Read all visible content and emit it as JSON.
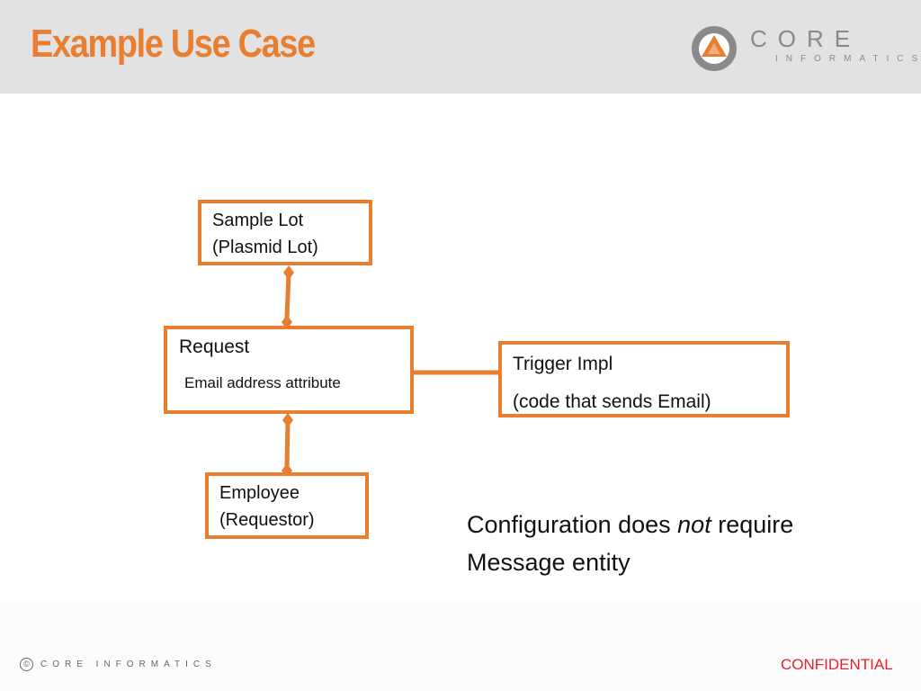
{
  "slide": {
    "title": "Example Use Case",
    "accent_color": "#e87e2e"
  },
  "logo": {
    "word": "CORE",
    "sub": "INFORMATICS"
  },
  "diagram": {
    "boxes": {
      "sample_lot": {
        "line1": "Sample Lot",
        "line2": "(Plasmid Lot)"
      },
      "request": {
        "line1": "Request",
        "line2": "Email address attribute"
      },
      "trigger": {
        "line1": "Trigger Impl",
        "line2": "(code that sends Email)"
      },
      "employee": {
        "line1": "Employee",
        "line2": "(Requestor)"
      }
    }
  },
  "note": {
    "part1": "Configuration does ",
    "emphasis": "not",
    "part2": " require",
    "line2": "Message entity"
  },
  "footer": {
    "copyright_symbol": "©",
    "logo_text": "CORE INFORMATICS",
    "confidential": "CONFIDENTIAL",
    "confidential_color": "#e8212a"
  }
}
